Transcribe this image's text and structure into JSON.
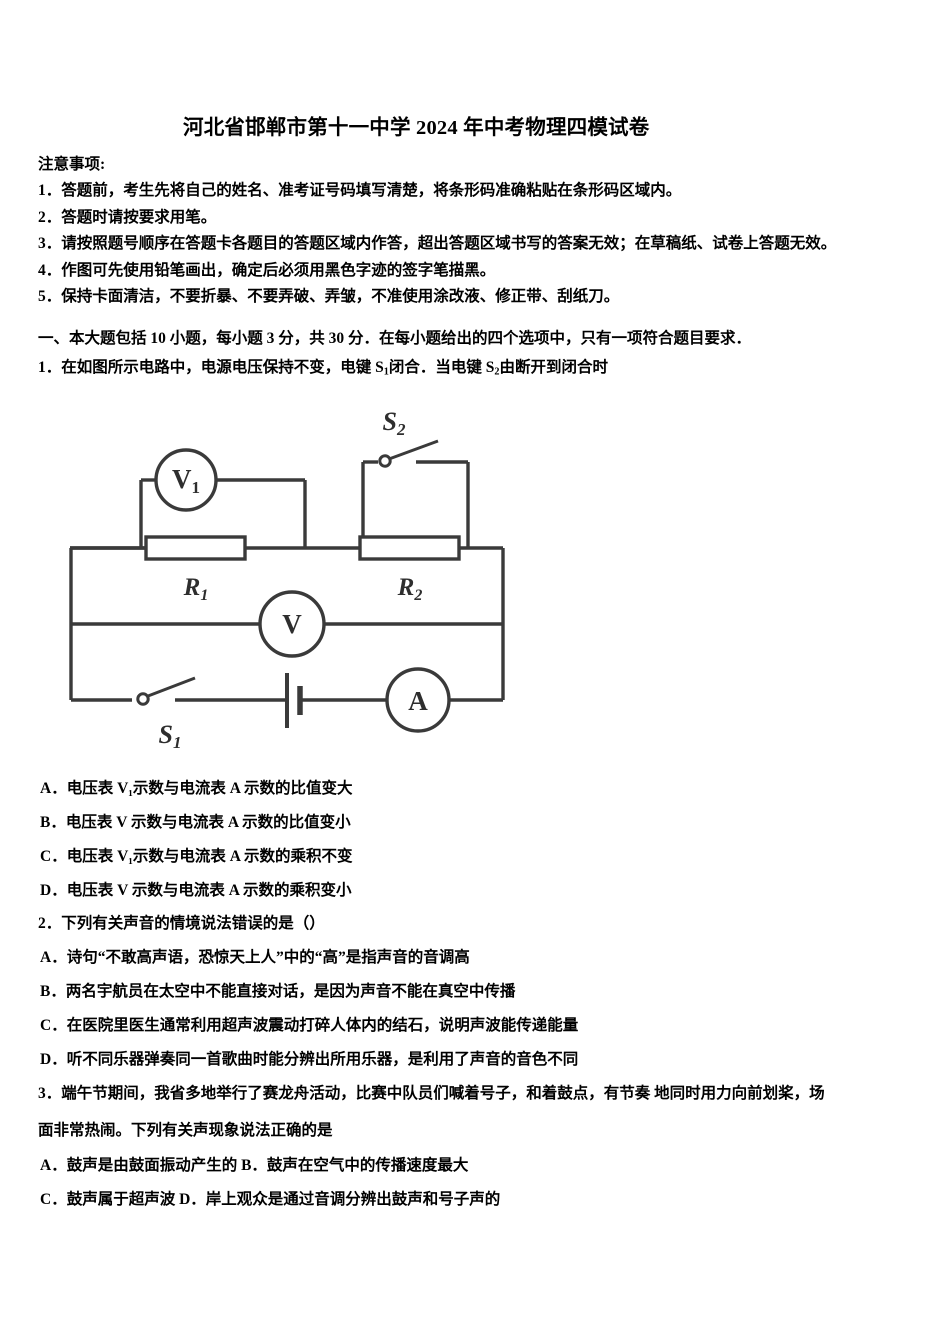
{
  "document": {
    "title": "河北省邯郸市第十一中学 2024 年中考物理四模试卷"
  },
  "notice": {
    "heading": "注意事项:",
    "items": [
      "1．答题前，考生先将自己的姓名、准考证号码填写清楚，将条形码准确粘贴在条形码区域内。",
      "2．答题时请按要求用笔。",
      "3．请按照题号顺序在答题卡各题目的答题区域内作答，超出答题区域书写的答案无效；在草稿纸、试卷上答题无效。",
      "4．作图可先使用铅笔画出，确定后必须用黑色字迹的签字笔描黑。",
      "5．保持卡面清洁，不要折暴、不要弄破、弄皱，不准使用涂改液、修正带、刮纸刀。"
    ]
  },
  "section": {
    "heading": "一、本大题包括 10 小题，每小题 3 分，共 30 分．在每小题给出的四个选项中，只有一项符合题目要求．"
  },
  "questions": [
    {
      "number": "1",
      "stem_pre": "1．在如图所示电路中，电源电压保持不变，电键 S",
      "stem_sub1": "1",
      "stem_mid": "闭合．当电键 S",
      "stem_sub2": "2",
      "stem_post": "由断开到闭合时",
      "options": [
        "A．电压表 V₁示数与电流表 A 示数的比值变大",
        "B．电压表 V 示数与电流表 A 示数的比值变小",
        "C．电压表 V₁示数与电流表 A 示数的乘积不变",
        "D．电压表 V 示数与电流表 A 示数的乘积变小"
      ]
    },
    {
      "number": "2",
      "stem": "2．下列有关声音的情境说法错误的是（）",
      "options": [
        "A．诗句“不敢高声语，恐惊天上人”中的“高”是指声音的音调高",
        "B．两名宇航员在太空中不能直接对话，是因为声音不能在真空中传播",
        "C．在医院里医生通常利用超声波震动打碎人体内的结石，说明声波能传递能量",
        "D．听不同乐器弹奏同一首歌曲时能分辨出所用乐器，是利用了声音的音色不同"
      ]
    },
    {
      "number": "3",
      "stem_line1": "3．端午节期间，我省多地举行了赛龙舟活动，比赛中队员们喊着号子，和着鼓点，有节奏 地同时用力向前划桨，场",
      "stem_line2": "面非常热闹。下列有关声现象说法正确的是",
      "options_line1": "A．鼓声是由鼓面振动产生的    B．鼓声在空气中的传播速度最大",
      "options_line2": "C．鼓声属于超声波    D．岸上观众是通过音调分辨出鼓声和号子声的"
    }
  ],
  "circuit": {
    "caption_labels": {
      "voltmeter1": "V",
      "voltmeter1_sub": "1",
      "voltmeter_main": "V",
      "ammeter": "A",
      "resistor1": "R",
      "resistor1_sub": "1",
      "resistor2": "R",
      "resistor2_sub": "2",
      "switch1": "S",
      "switch1_sub": "1",
      "switch2": "S",
      "switch2_sub": "2"
    },
    "stroke_color": "#3a3a3a",
    "fill_color": "#ffffff"
  }
}
